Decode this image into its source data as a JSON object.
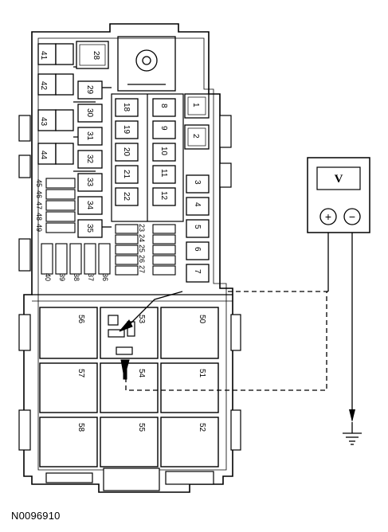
{
  "figure_code": "N0096910",
  "fuses": {
    "left_column": [
      "41",
      "42",
      "43",
      "44"
    ],
    "top_relay": "28",
    "mini_left": [
      "29",
      "30",
      "31",
      "32",
      "33",
      "34",
      "35"
    ],
    "mini_col_a": [
      "18",
      "19",
      "20",
      "21",
      "22"
    ],
    "mini_col_b": [
      "8",
      "9",
      "10",
      "11",
      "12"
    ],
    "right_top": [
      "1",
      "2"
    ],
    "right_col": [
      "3",
      "4",
      "5",
      "6",
      "7"
    ],
    "small_stack": [
      "45",
      "46",
      "47",
      "48",
      "49"
    ],
    "bottom_small": [
      "40",
      "39",
      "38",
      "37",
      "36"
    ],
    "center_small": [
      "23",
      "24",
      "25",
      "26",
      "27"
    ]
  },
  "relays": {
    "left": [
      "56",
      "57",
      "58"
    ],
    "center": [
      "53",
      "54",
      "55"
    ],
    "right": [
      "50",
      "51",
      "52"
    ]
  },
  "meter": {
    "display": "V",
    "positive": "+",
    "negative": "−"
  }
}
